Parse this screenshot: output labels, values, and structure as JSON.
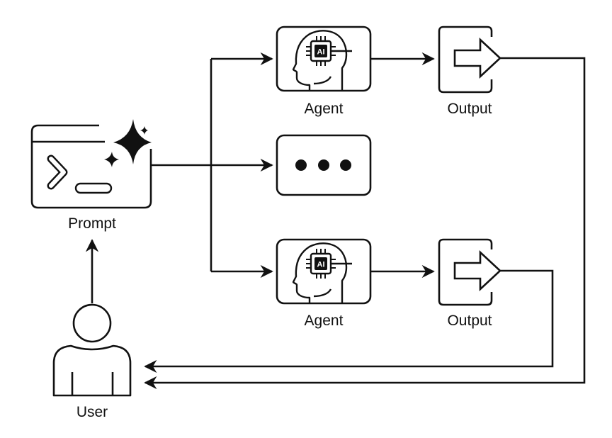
{
  "diagram": {
    "title": "",
    "nodes": {
      "prompt": {
        "label": "Prompt",
        "icon": "terminal-sparkle-icon"
      },
      "user": {
        "label": "User",
        "icon": "user-icon"
      },
      "agent_top": {
        "label": "Agent",
        "icon": "ai-head-icon",
        "chip_text": "AI"
      },
      "agent_bottom": {
        "label": "Agent",
        "icon": "ai-head-icon",
        "chip_text": "AI"
      },
      "ellipsis": {
        "label": "",
        "icon": "ellipsis-icon"
      },
      "output_top": {
        "label": "Output",
        "icon": "output-arrow-icon"
      },
      "output_bottom": {
        "label": "Output",
        "icon": "output-arrow-icon"
      }
    },
    "edges": [
      {
        "from": "user",
        "to": "prompt"
      },
      {
        "from": "prompt",
        "to": "agent_top"
      },
      {
        "from": "prompt",
        "to": "ellipsis"
      },
      {
        "from": "prompt",
        "to": "agent_bottom"
      },
      {
        "from": "agent_top",
        "to": "output_top"
      },
      {
        "from": "agent_bottom",
        "to": "output_bottom"
      },
      {
        "from": "output_bottom",
        "to": "user"
      },
      {
        "from": "output_top",
        "to": "user"
      }
    ],
    "colors": {
      "stroke": "#111111",
      "background": "#ffffff"
    }
  }
}
